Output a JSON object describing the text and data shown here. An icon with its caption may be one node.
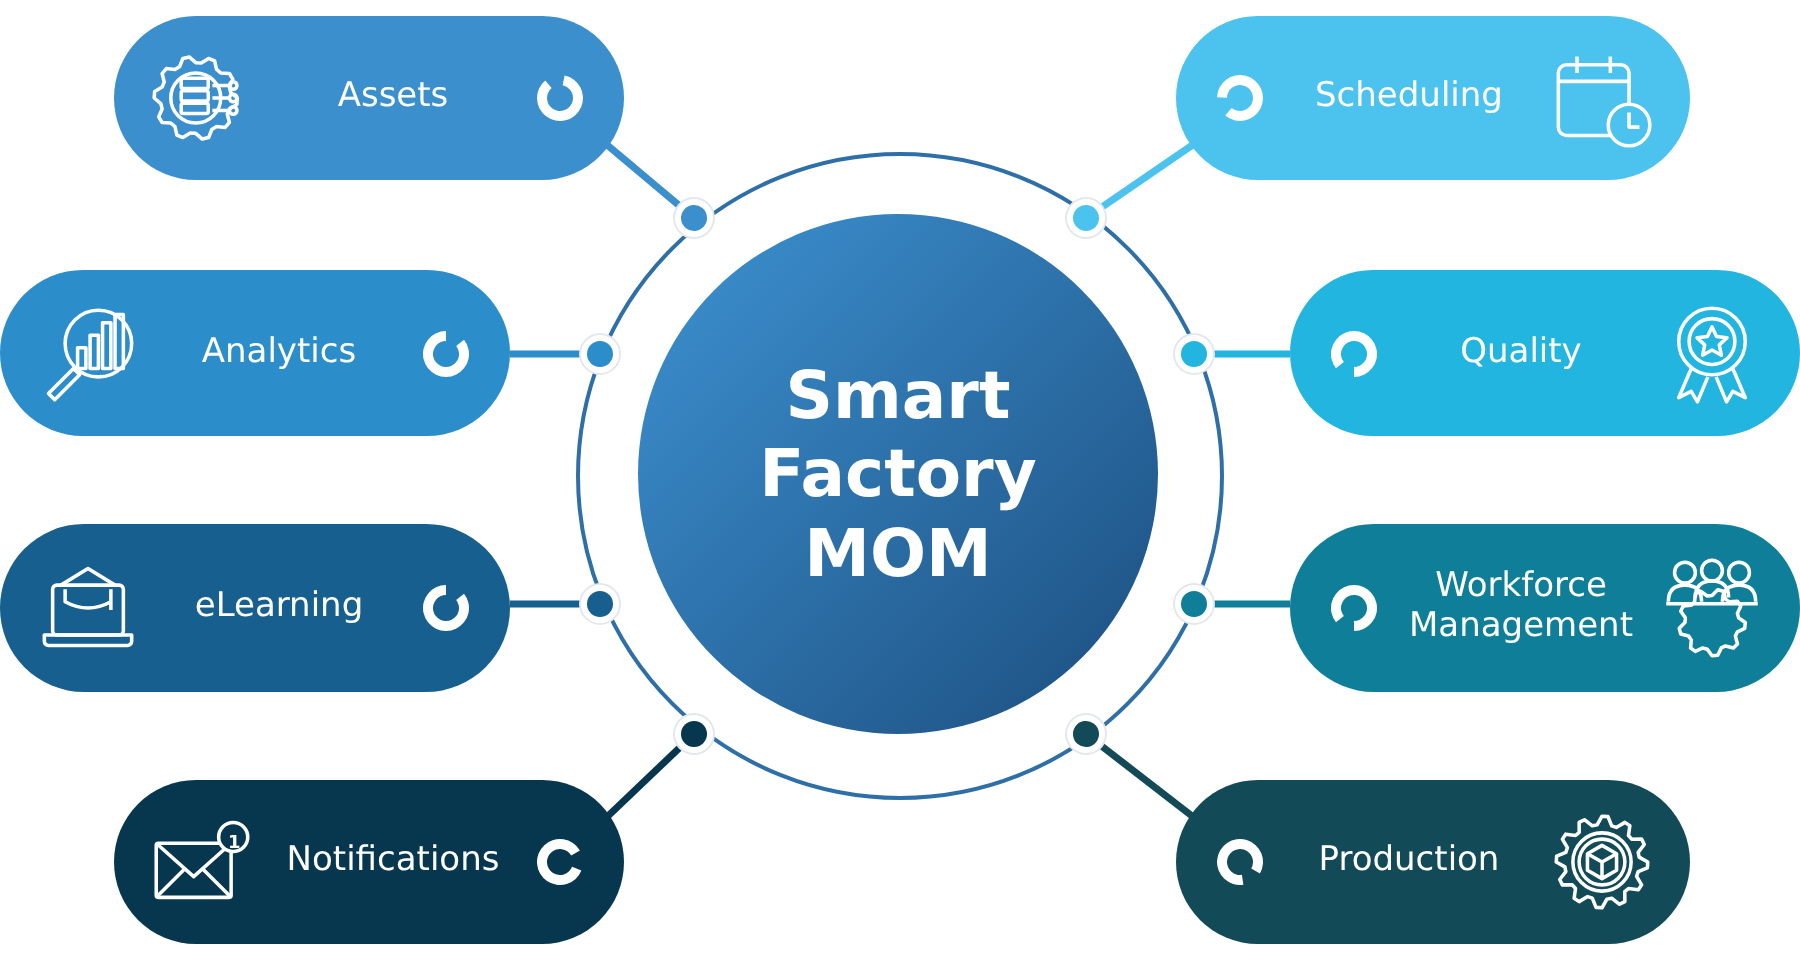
{
  "diagram": {
    "nodes": [
      {
        "text": [
          "Smart Factory MOM"
        ]
      },
      {
        "text": [
          "Assets"
        ]
      },
      {
        "text": [
          "Analytics"
        ]
      },
      {
        "text": [
          "eLearning"
        ]
      },
      {
        "text": [
          "Notifications"
        ]
      },
      {
        "text": [
          "Scheduling"
        ]
      },
      {
        "text": [
          "Quality"
        ]
      },
      {
        "text": [
          "Workforce Management"
        ]
      },
      {
        "text": [
          "Production"
        ]
      }
    ],
    "edges": [
      {
        "from": 1,
        "to": 0,
        "arrow": "other",
        "color": "#3a8fcc"
      },
      {
        "from": 2,
        "to": 0,
        "arrow": "other",
        "color": "#2b8dca"
      },
      {
        "from": 3,
        "to": 0,
        "arrow": "other",
        "color": "#175f8e"
      },
      {
        "from": 4,
        "to": 0,
        "arrow": "other",
        "color": "#07374f"
      },
      {
        "from": 5,
        "to": 0,
        "arrow": "other",
        "color": "#4cc3ef"
      },
      {
        "from": 6,
        "to": 0,
        "arrow": "other",
        "color": "#21b5e0"
      },
      {
        "from": 7,
        "to": 0,
        "arrow": "other",
        "color": "#0f7e99"
      },
      {
        "from": 8,
        "to": 0,
        "arrow": "other",
        "color": "#134a57"
      }
    ],
    "labels": [
      "1"
    ]
  }
}
